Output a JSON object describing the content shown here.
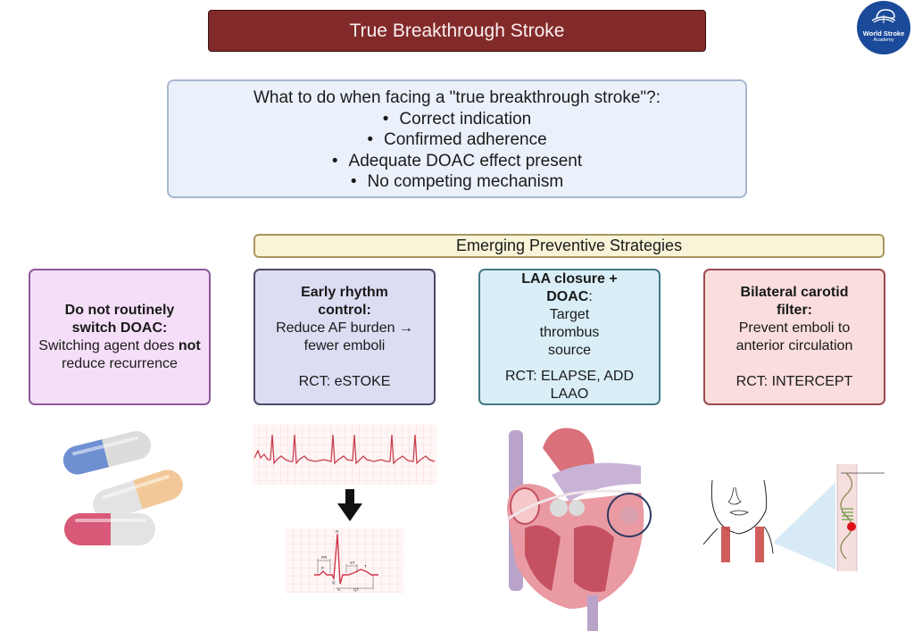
{
  "header": {
    "title": "True Breakthrough Stroke",
    "logo": {
      "line1": "World Stroke",
      "line2": "Academy",
      "icon": "book-brain-icon"
    }
  },
  "question_box": {
    "heading": "What to do when facing a \"true breakthrough stroke\"?:",
    "items": [
      "Correct indication",
      "Confirmed adherence",
      "Adequate DOAC effect present",
      "No competing mechanism"
    ]
  },
  "emerging_section": {
    "label": "Emerging Preventive Strategies"
  },
  "cards": [
    {
      "title": "Do not routinely switch DOAC:",
      "body_pre": "Switching agent does",
      "body_bold": "not",
      "body_post": "reduce recurrence",
      "trial": ""
    },
    {
      "title": "Early rhythm control:",
      "body": "Reduce AF burden → fewer emboli",
      "trial": "RCT: eSTOKE"
    },
    {
      "title": "LAA closure + DOAC",
      "title_suffix": ":",
      "body": "Target thrombus source",
      "trial": "RCT: ELAPSE, ADD LAAO"
    },
    {
      "title": "Bilateral carotid filter:",
      "body": "Prevent emboli to anterior circulation",
      "trial": "RCT: INTERCEPT"
    }
  ],
  "illustrations": [
    {
      "name": "capsules",
      "icon": "pill-capsules-icon"
    },
    {
      "name": "ecg-af-strip",
      "icon": "ecg-strip-icon"
    },
    {
      "name": "down-arrow",
      "icon": "arrow-down-icon"
    },
    {
      "name": "ecg-normal-complex",
      "icon": "ecg-complex-icon",
      "labels": [
        "R",
        "P",
        "Q",
        "S",
        "T",
        "PR",
        "ST",
        "QT"
      ]
    },
    {
      "name": "heart-laa-closure",
      "icon": "heart-icon"
    },
    {
      "name": "carotid-filter",
      "icon": "neck-carotid-icon"
    }
  ]
}
